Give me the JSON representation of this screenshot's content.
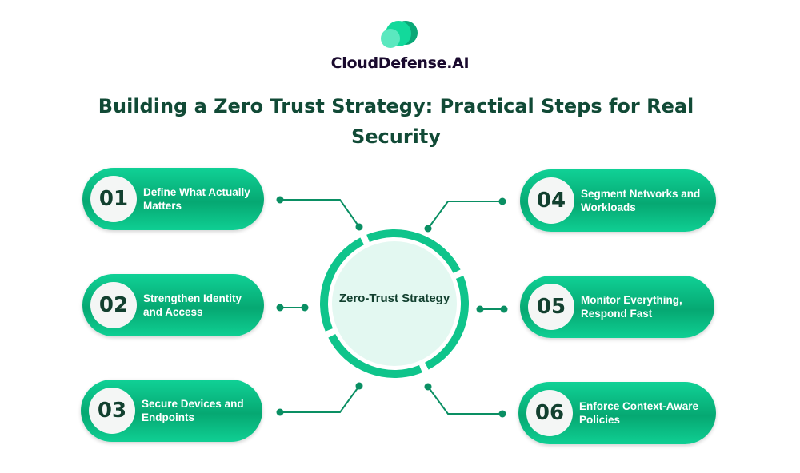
{
  "brand": {
    "name": "CloudDefense.AI",
    "colors": {
      "primary": "#06a872",
      "accent": "#10d196",
      "dark": "#114a36"
    }
  },
  "title": "Building a Zero Trust Strategy: Practical Steps for Real Security",
  "center": {
    "label": "Zero-Trust Strategy"
  },
  "steps": [
    {
      "number": "01",
      "label": "Define What Actually Matters"
    },
    {
      "number": "02",
      "label": "Strengthen Identity and Access"
    },
    {
      "number": "03",
      "label": "Secure Devices and Endpoints"
    },
    {
      "number": "04",
      "label": "Segment Networks and Workloads"
    },
    {
      "number": "05",
      "label": "Monitor Everything, Respond Fast"
    },
    {
      "number": "06",
      "label": "Enforce Context-Aware Policies"
    }
  ]
}
